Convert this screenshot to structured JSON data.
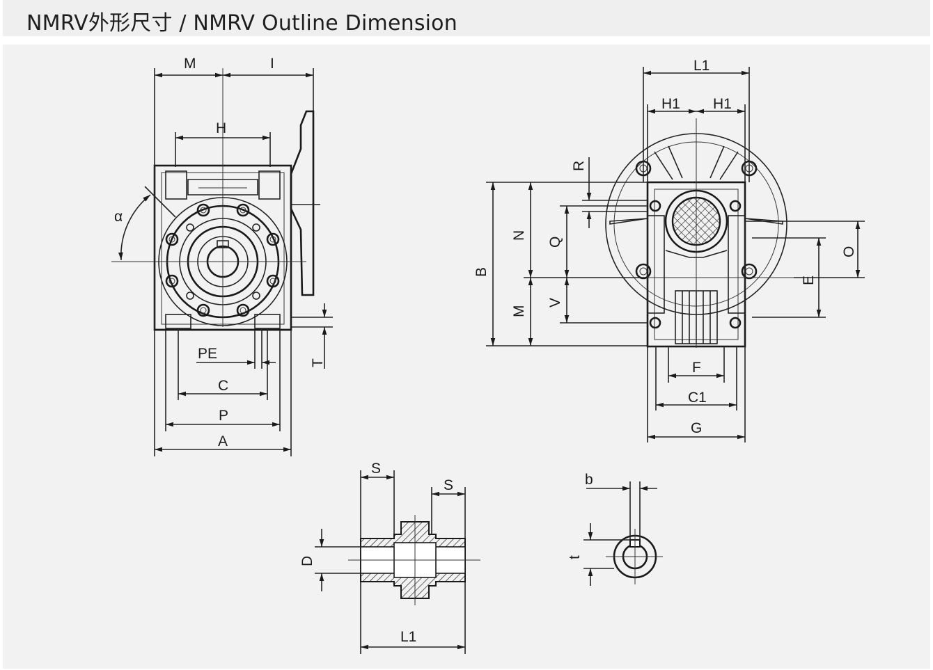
{
  "title": "NMRV外形尺寸 / NMRV Outline Dimension",
  "front_view": {
    "labels": {
      "M": "M",
      "I": "I",
      "H": "H",
      "alpha": "α",
      "PE": "PE",
      "C": "C",
      "P": "P",
      "A": "A",
      "T": "T"
    }
  },
  "side_view": {
    "labels": {
      "L1": "L1",
      "H1_left": "H1",
      "H1_right": "H1",
      "R": "R",
      "N": "N",
      "Q": "Q",
      "B": "B",
      "M": "M",
      "V": "V",
      "O": "O",
      "E": "E",
      "F": "F",
      "C1": "C1",
      "G": "G"
    }
  },
  "shaft_view": {
    "labels": {
      "S_left": "S",
      "S_right": "S",
      "D": "D",
      "L1": "L1"
    }
  },
  "key_view": {
    "labels": {
      "b": "b",
      "t": "t"
    }
  },
  "colors": {
    "line": "#1a1a1a",
    "background": "#f2f2f2",
    "title_bar": "#efefef"
  }
}
